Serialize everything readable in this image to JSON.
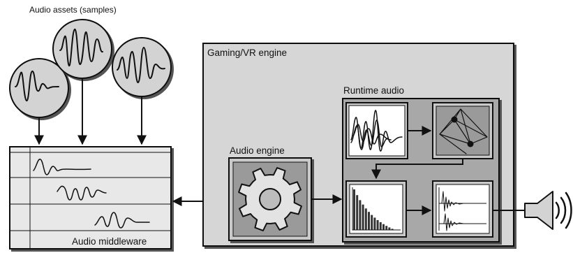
{
  "labels": {
    "audio_assets": "Audio assets (samples)",
    "engine": "Gaming/VR engine",
    "runtime_audio": "Runtime audio",
    "audio_engine": "Audio engine",
    "audio_middleware": "Audio middleware"
  },
  "colors": {
    "outline": "#111111",
    "engine_panel": "#d6d6d6",
    "runtime_panel": "#a8a8a8",
    "module_frame": "#c9c9c9",
    "tile_face": "#e8e8e8",
    "middleware_panel": "#e8e8e8"
  },
  "icons": {
    "gear": "gear-icon",
    "speaker": "speaker-icon"
  }
}
